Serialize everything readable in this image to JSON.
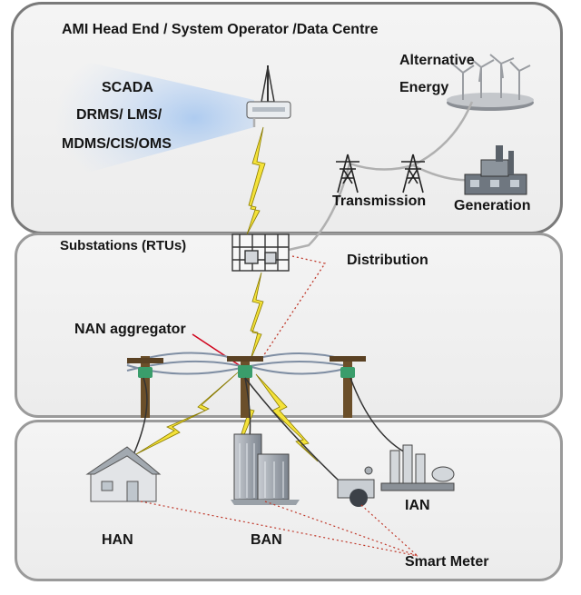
{
  "diagram": {
    "header": "AMI Head End / System Operator /Data Centre",
    "scada_lines": [
      "SCADA",
      "DRMS/ LMS/",
      "MDMS/CIS/OMS"
    ],
    "alternative_energy": [
      "Alternative",
      "Energy"
    ],
    "transmission": "Transmission",
    "generation": "Generation",
    "substations": "Substations (RTUs)",
    "distribution": "Distribution",
    "nan_aggregator": "NAN aggregator",
    "han": "HAN",
    "ban": "BAN",
    "ian": "IAN",
    "smart_meter": "Smart Meter"
  }
}
